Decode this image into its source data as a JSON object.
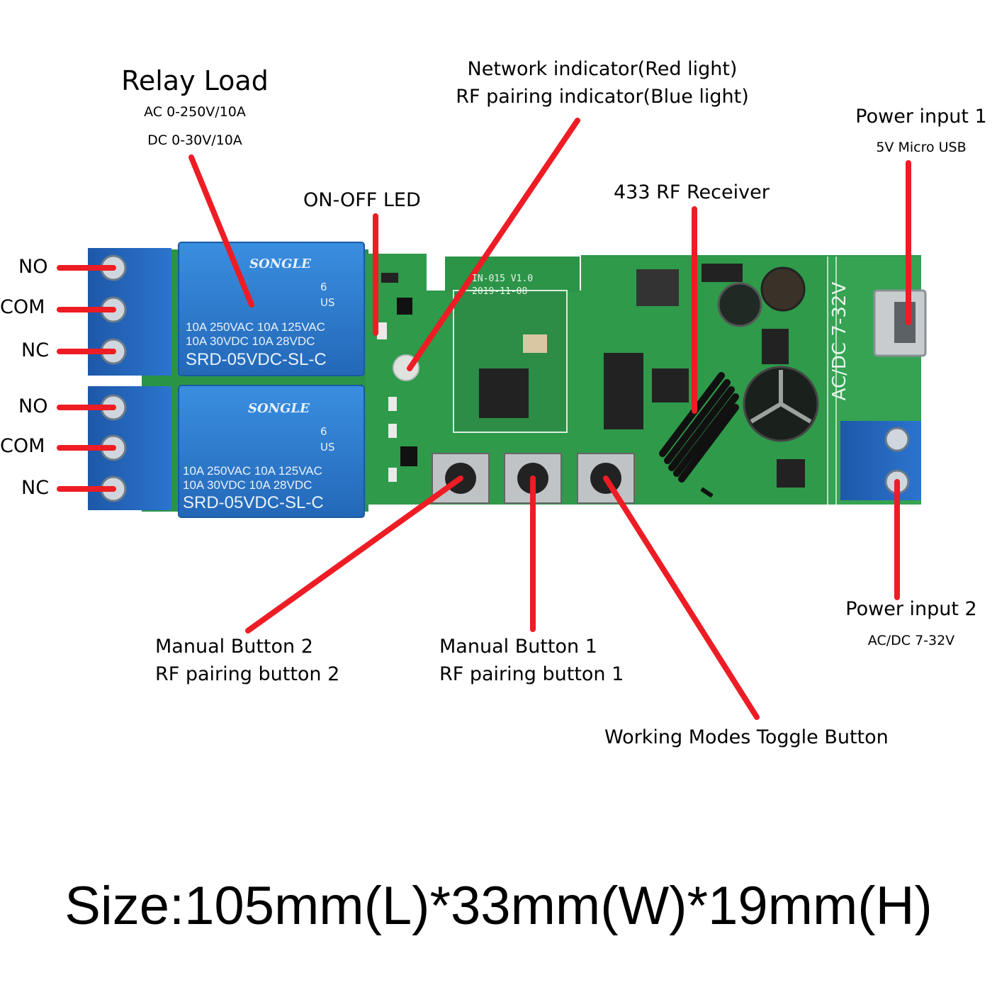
{
  "labels": {
    "relay_load_title": "Relay Load",
    "relay_load_ac": "AC 0-250V/10A",
    "relay_load_dc": "DC 0-30V/10A",
    "network_indicator_line1": "Network indicator(Red light)",
    "network_indicator_line2": "RF pairing indicator(Blue light)",
    "power_input_1_title": "Power input 1",
    "power_input_1_sub": "5V Micro USB",
    "on_off_led": "ON-OFF LED",
    "rf_receiver": "433 RF Receiver",
    "power_input_2_title": "Power input 2",
    "power_input_2_sub": "AC/DC 7-32V",
    "manual_button_2_line1": "Manual Button 2",
    "manual_button_2_line2": "RF pairing button 2",
    "manual_button_1_line1": "Manual Button 1",
    "manual_button_1_line2": "RF pairing button 1",
    "toggle_button": "Working Modes Toggle Button",
    "terminal_top": [
      "NO",
      "COM",
      "NC"
    ],
    "terminal_bottom": [
      "NO",
      "COM",
      "NC"
    ]
  },
  "board_print": {
    "relay_brand": "SONGLE",
    "relay_rating_line1": "10A 250VAC  10A 125VAC",
    "relay_rating_line2": "10A  30VDC  10A  28VDC",
    "relay_model": "SRD-05VDC-SL-C",
    "relay_cert_number": "6",
    "relay_cert_us": "US",
    "module_id": "IN-015 V1.0",
    "module_date": "2019-11-08",
    "power_side_text": "AC/DC 7-32V"
  },
  "size_text": "Size:105mm(L)*33mm(W)*19mm(H)",
  "colors": {
    "pcb_green": "#2e9a4a",
    "relay_blue": "#2f7fd0",
    "terminal_blue": "#1f5fb8",
    "pointer_red": "#ee1c24"
  }
}
